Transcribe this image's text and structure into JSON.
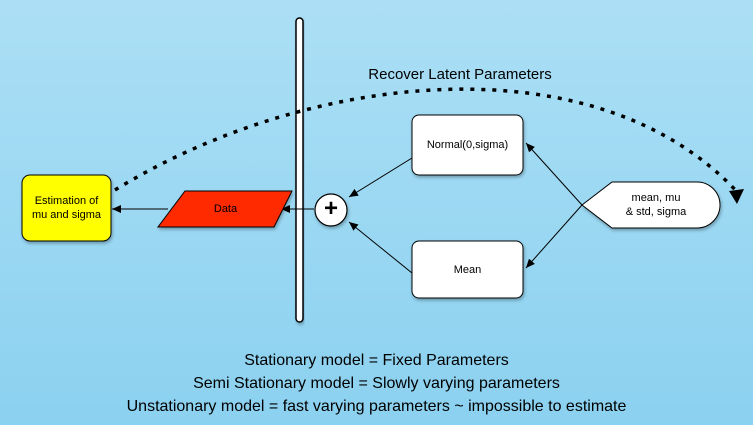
{
  "title": "Recover Latent Parameters",
  "nodes": {
    "estimation": "Estimation of\nmu and sigma",
    "data": "Data",
    "sum": "+",
    "normal": "Normal(0,sigma)",
    "mean": "Mean",
    "params": "mean, mu\n& std, sigma"
  },
  "footer": [
    "Stationary model = Fixed Parameters",
    "Semi Stationary model = Slowly varying parameters",
    "Unstationary model = fast varying parameters ~ impossible to estimate"
  ],
  "colors": {
    "background": "#9ad8f3",
    "estimation_fill": "#ffff00",
    "data_fill": "#ff2a00",
    "box_fill": "#ffffff"
  }
}
